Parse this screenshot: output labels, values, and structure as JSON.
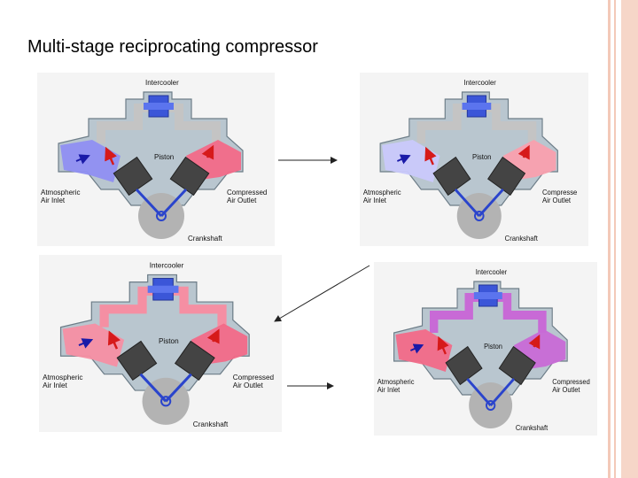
{
  "title": "Multi-stage reciprocating compressor",
  "panels": [
    {
      "labels": {
        "intercooler": "Intercooler",
        "piston": "Piston",
        "inlet_1": "Atmospheric",
        "inlet_2": "Air Inlet",
        "outlet_1": "Compressed",
        "outlet_2": "Air Outlet",
        "crankshaft": "Crankshaft"
      },
      "colors": {
        "left": "#8f8ff2",
        "right": "#f26a88",
        "top": "#c4c4c4"
      }
    },
    {
      "labels": {
        "intercooler": "Intercooler",
        "piston": "Piston",
        "inlet_1": "Atmospheric",
        "inlet_2": "Air Inlet",
        "outlet_1": "Compresse",
        "outlet_2": "Air Outlet",
        "crankshaft": "Crankshaft"
      },
      "colors": {
        "left": "#c9c9fb",
        "right": "#f9a0ae",
        "top": "#c4c4c4"
      }
    },
    {
      "labels": {
        "intercooler": "Intercooler",
        "piston": "Piston",
        "inlet_1": "Atmospheric",
        "inlet_2": "Air Inlet",
        "outlet_1": "Compressed",
        "outlet_2": "Air Outlet",
        "crankshaft": "Crankshaft"
      },
      "colors": {
        "left": "#f58fa3",
        "right": "#f26a88",
        "top": "#f58fa3"
      }
    },
    {
      "labels": {
        "intercooler": "Intercooler",
        "piston": "Piston",
        "inlet_1": "Atmospheric",
        "inlet_2": "Air Inlet",
        "outlet_1": "Compressed",
        "outlet_2": "Air Outlet",
        "crankshaft": "Crankshaft"
      },
      "colors": {
        "left": "#f26a88",
        "right": "#c86ad6",
        "top": "#c86ad6"
      }
    }
  ]
}
